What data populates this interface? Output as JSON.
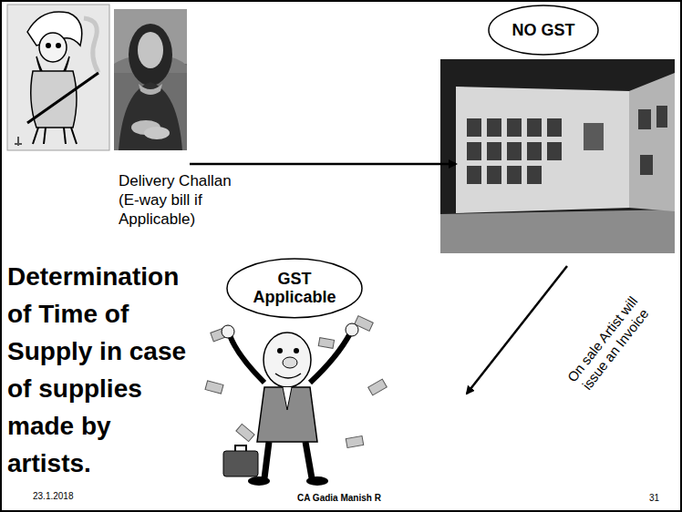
{
  "diagram": {
    "title": "Determination of Time of Supply in case of supplies made by artists.",
    "nodes": [
      {
        "text": [
          "NO GST"
        ]
      },
      {
        "text": [
          "GST Applicable"
        ]
      }
    ],
    "labels": [
      "Delivery Challan (E-way bill if Applicable)",
      "On sale Artist will issue an Invoice",
      "23.1.2018",
      "CA Gadia Manish R",
      "31"
    ]
  }
}
